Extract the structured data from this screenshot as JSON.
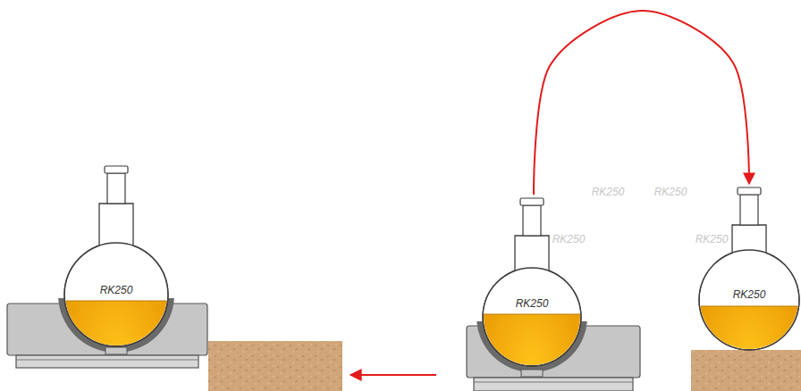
{
  "diagram": {
    "nodes": [
      {
        "text": [
          "RK250"
        ]
      },
      {
        "text": [
          "RK250"
        ]
      },
      {
        "text": [
          "RK250"
        ]
      },
      {
        "text": [
          "RK250"
        ]
      },
      {
        "text": [
          "RK250"
        ]
      },
      {
        "text": [
          "RK250"
        ]
      },
      {
        "text": [
          "RK250"
        ]
      }
    ],
    "edges": [
      {
        "from": 1,
        "to": 6,
        "arrow": "to"
      }
    ]
  }
}
